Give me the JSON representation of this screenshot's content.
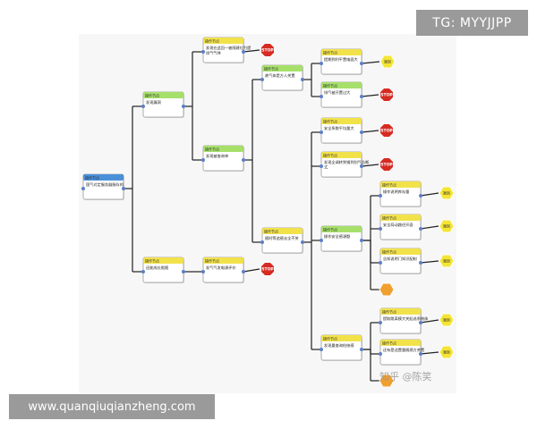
{
  "watermarks": {
    "tg": "TG: MYYJJPP",
    "url": "www.quanqiuqianzheng.com",
    "zhihu": "知乎 @陈笑"
  },
  "colors": {
    "node_header_green": "#a6e06a",
    "node_header_yellow": "#f2e24a",
    "node_header_blue": "#4a90d9",
    "stop": "#d62b22",
    "label_yellow": "#f4e534",
    "label_orange": "#f0a030",
    "connector": "#222222",
    "port": "#5b7fc7"
  },
  "icons": {
    "stop": "stop-sign-icon",
    "label": "hexagon-label-icon"
  },
  "nodes": {
    "root": {
      "header": "操作节点",
      "text": "国气对定服务器服存的"
    },
    "top_mid": {
      "header": "操作节点",
      "text": "发现漏洞"
    },
    "bottom_mid": {
      "header": "操作节点",
      "text": "还能成长假随"
    },
    "top_right_a": {
      "header": "操作节点",
      "text": "发现在此回一被随建位力提出气气体"
    },
    "top_right_b": {
      "header": "操作节点",
      "text": "发现被查询单"
    },
    "mid_up": {
      "header": "操作节点",
      "text": "故气体是方人关置"
    },
    "mid_down": {
      "header": "操作节点",
      "text": "随时等追感去全不关"
    },
    "bottom_right": {
      "header": "操作节点",
      "text": "发气气发电源评价"
    },
    "r1": {
      "header": "操作节点",
      "text": "提期到利平置电面大"
    },
    "r2": {
      "header": "操作节点",
      "text": "排气被开置过大"
    },
    "r3": {
      "header": "操作节点",
      "text": "安全系数平均量大"
    },
    "r4": {
      "header": "操作节点",
      "text": "发现全调转到钢到别气告断式"
    },
    "r5": {
      "header": "操作节点",
      "text": "操作安全感源题"
    },
    "r6": {
      "header": "操作节点",
      "text": "发现量查询检修感"
    },
    "f1": {
      "header": "操作节点",
      "text": "操作说明库存量"
    },
    "f2": {
      "header": "操作节点",
      "text": "安全局动路径开面"
    },
    "f3": {
      "header": "操作节点",
      "text": "告知说明门知识配制"
    },
    "f4": {
      "header": "操作节点",
      "text": "提取跳离模大关起选系统体"
    },
    "f5": {
      "header": "操作节点",
      "text": "还有是适置量随感方关置"
    }
  },
  "badges": {
    "stop_label": "STOP",
    "label_text": "端到"
  }
}
